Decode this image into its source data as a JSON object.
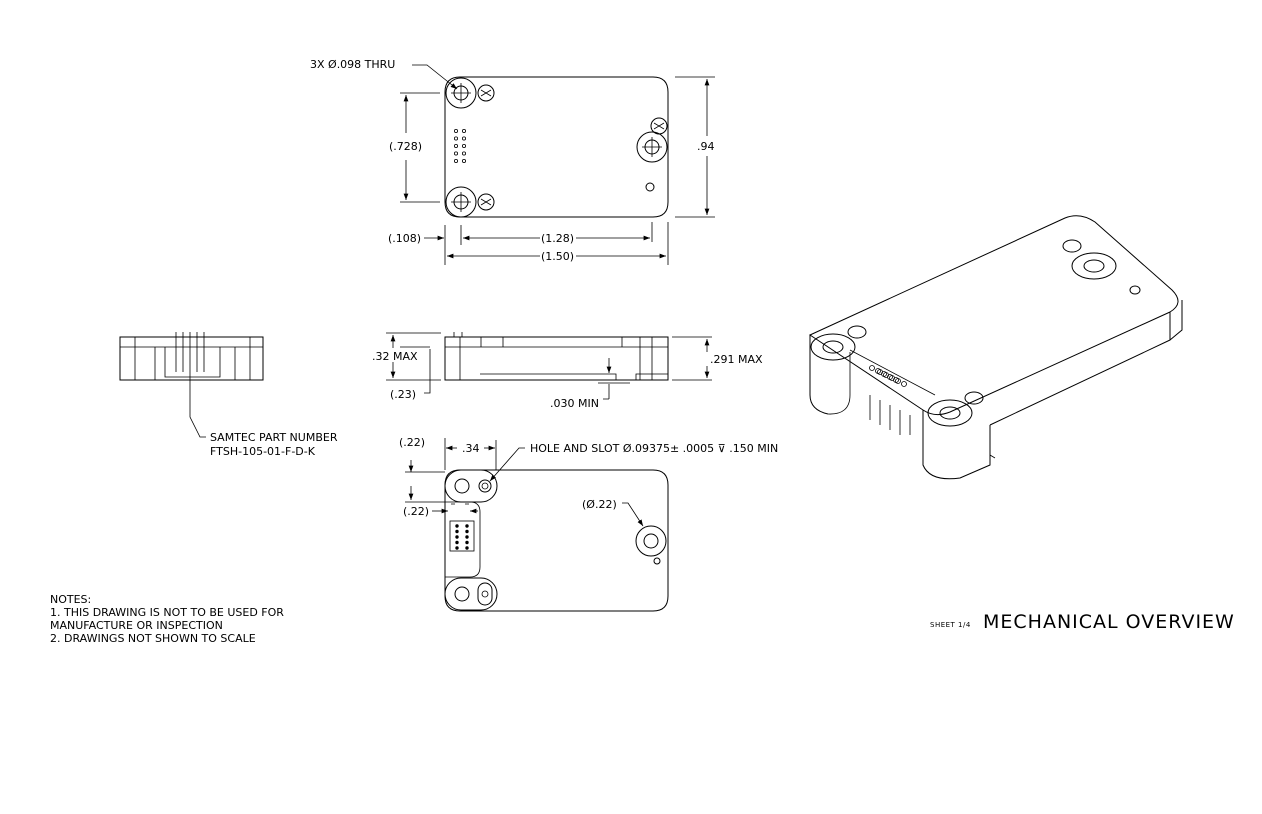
{
  "top_view": {
    "hole_callout": "3X Ø.098 THRU",
    "dim_hole_spacing": "(.728)",
    "dim_height": ".94",
    "dim_edge_offset": "(.108)",
    "dim_hole_span": "(1.28)",
    "dim_width": "(1.50)"
  },
  "side_view": {
    "dim_max_height": ".32 MAX",
    "dim_body_height": "(.23)",
    "dim_clearance": ".030 MIN",
    "dim_right_height": ".291 MAX"
  },
  "connector_view": {
    "label_line1": "SAMTEC PART NUMBER",
    "label_line2": "FTSH-105-01-F-D-K"
  },
  "bottom_view": {
    "dim_top": "(.22)",
    "dim_span": ".34",
    "hole_callout": "HOLE AND SLOT Ø.09375± .0005 ⊽ .150 MIN",
    "dim_left": "(.22)",
    "dim_boss": "(Ø.22)"
  },
  "notes": {
    "heading": "NOTES:",
    "items": [
      "1. THIS DRAWING IS NOT TO BE USED FOR",
      "MANUFACTURE OR INSPECTION",
      "2. DRAWINGS NOT SHOWN TO SCALE"
    ]
  },
  "title_block": {
    "sheet": "SHEET 1/4",
    "title": "MECHANICAL OVERVIEW"
  }
}
